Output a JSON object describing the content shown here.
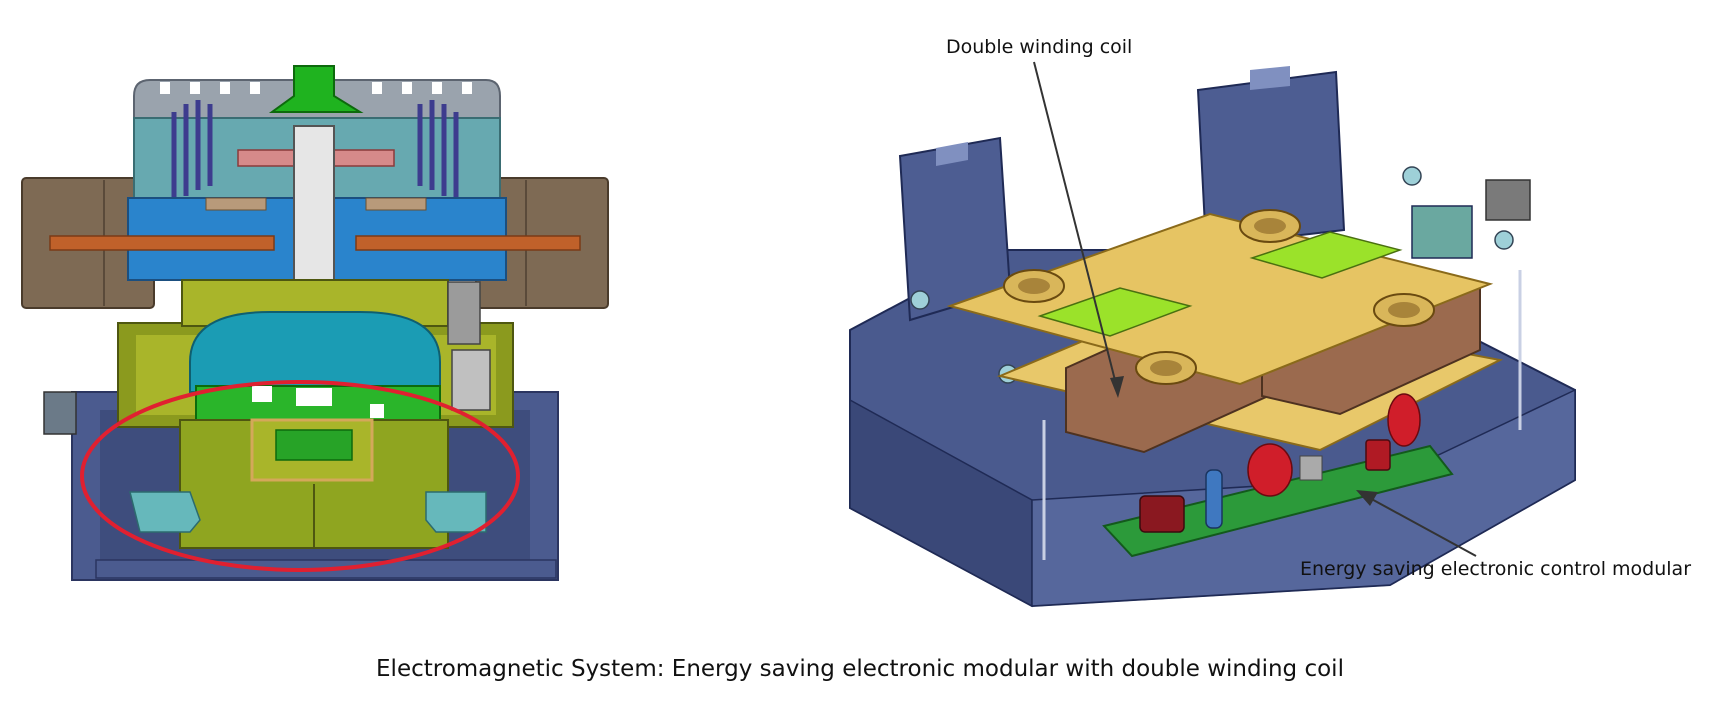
{
  "labels": {
    "double_winding_coil": "Double winding coil",
    "energy_saving_module": "Energy saving electronic control modular"
  },
  "caption": "Electromagnetic System: Energy saving electronic modular with double winding coil",
  "colors": {
    "navy_housing": "#4a5a8e",
    "teal_part": "#67a9b0",
    "yellow_green_core": "#8fa520",
    "bright_green": "#1fb31f",
    "copper_bar": "#c0612a",
    "brown_terminal": "#7e6a54",
    "gold_plate": "#e8c86a",
    "coil_bronze": "#9b6a4e",
    "coil_lime": "#9be22a",
    "pcb_green": "#2c9a3a",
    "capacitor_red": "#d01e2a",
    "highlight_ellipse": "#e02030"
  }
}
